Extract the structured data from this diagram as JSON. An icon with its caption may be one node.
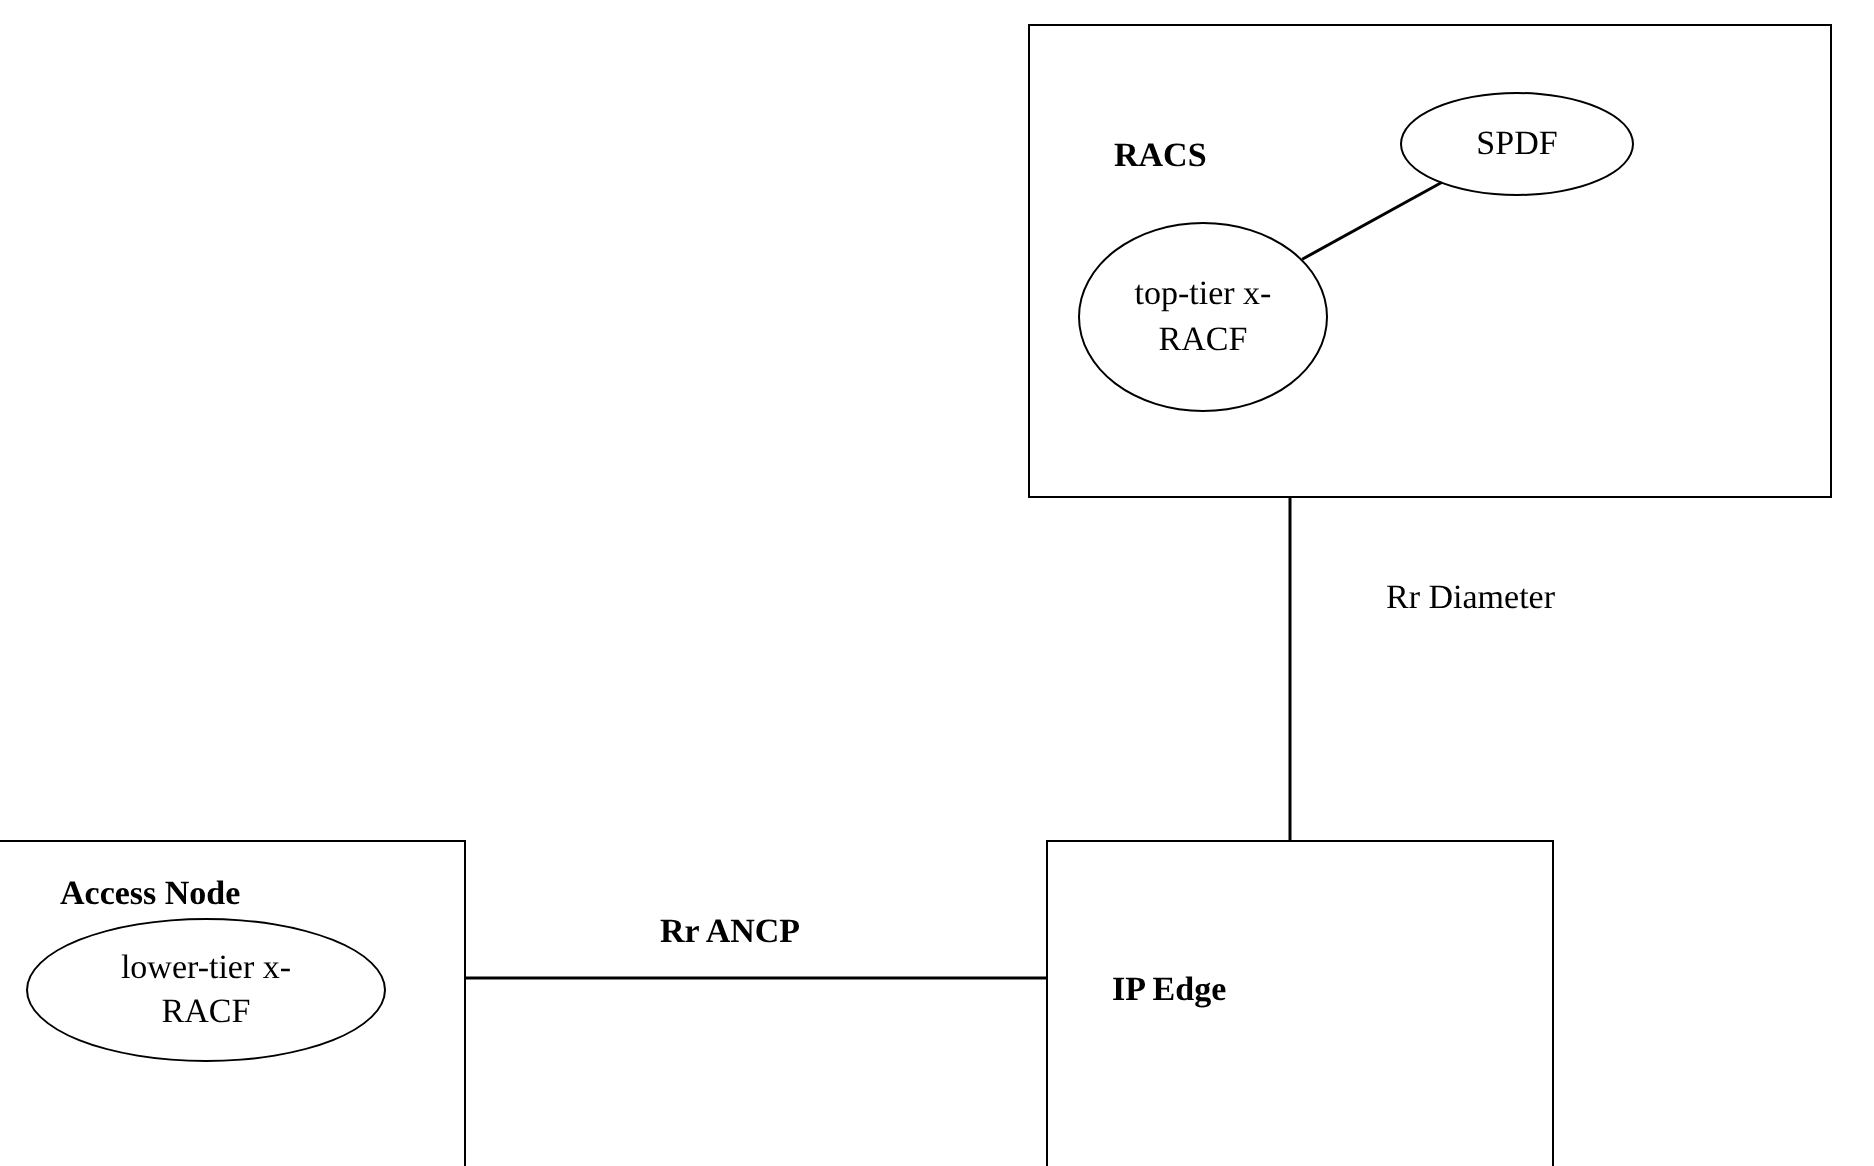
{
  "diagram": {
    "nodes": [
      {
        "text": [
          "RACS"
        ]
      },
      {
        "text": [
          "SPDF"
        ],
        "in": 0
      },
      {
        "text": [
          "top-tier x-RACF"
        ],
        "in": 0
      },
      {
        "text": [
          "Access Node"
        ]
      },
      {
        "text": [
          "lower-tier x-RACF"
        ],
        "in": 3
      },
      {
        "text": [
          "IP Edge"
        ]
      }
    ],
    "edges": [
      {
        "from": 2,
        "to": 1,
        "arrow": "none"
      },
      {
        "from": 0,
        "to": 5,
        "arrow": "none",
        "label": "Rr Diameter"
      },
      {
        "from": 3,
        "to": 5,
        "arrow": "none",
        "label": "Rr ANCP"
      }
    ]
  }
}
